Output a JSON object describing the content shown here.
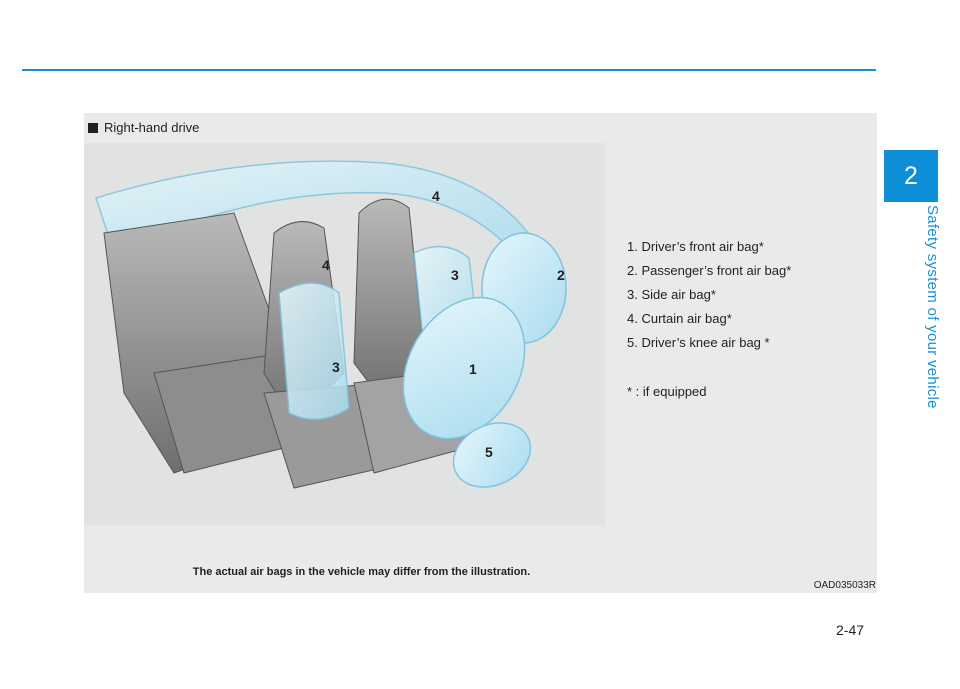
{
  "chapter": {
    "number": "2",
    "title": "Safety system of your vehicle"
  },
  "figure": {
    "header": "Right-hand drive",
    "legend": [
      "1. Driver’s front air bag*",
      "2. Passenger’s front air bag*",
      "3. Side air bag*",
      "4. Curtain air bag*",
      "5. Driver’s knee air bag *"
    ],
    "footnote": "* : if equipped",
    "caption": "The actual air bags in the vehicle may differ from the illustration.",
    "code": "OAD035033R",
    "callouts": {
      "n1": "1",
      "n2": "2",
      "n3a": "3",
      "n3b": "3",
      "n4a": "4",
      "n4b": "4",
      "n5": "5"
    }
  },
  "page_number": "2-47",
  "colors": {
    "accent": "#1b8ed2",
    "panel": "#e9eaea",
    "airbag": "#bfe6f3"
  }
}
